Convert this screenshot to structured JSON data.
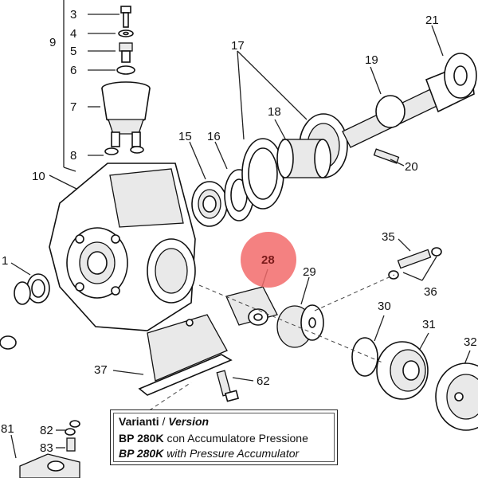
{
  "callouts": [
    {
      "id": "c3",
      "text": "3"
    },
    {
      "id": "c4",
      "text": "4"
    },
    {
      "id": "c5",
      "text": "5"
    },
    {
      "id": "c6",
      "text": "6"
    },
    {
      "id": "c7",
      "text": "7"
    },
    {
      "id": "c8",
      "text": "8"
    },
    {
      "id": "c9",
      "text": "9"
    },
    {
      "id": "c10",
      "text": "10"
    },
    {
      "id": "c1",
      "text": "1"
    },
    {
      "id": "c15",
      "text": "15"
    },
    {
      "id": "c16",
      "text": "16"
    },
    {
      "id": "c17",
      "text": "17"
    },
    {
      "id": "c18",
      "text": "18"
    },
    {
      "id": "c19",
      "text": "19"
    },
    {
      "id": "c20",
      "text": "20"
    },
    {
      "id": "c21",
      "text": "21"
    },
    {
      "id": "c28",
      "text": "28"
    },
    {
      "id": "c29",
      "text": "29"
    },
    {
      "id": "c30",
      "text": "30"
    },
    {
      "id": "c31",
      "text": "31"
    },
    {
      "id": "c32",
      "text": "32"
    },
    {
      "id": "c35",
      "text": "35"
    },
    {
      "id": "c36",
      "text": "36"
    },
    {
      "id": "c37",
      "text": "37"
    },
    {
      "id": "c62",
      "text": "62"
    },
    {
      "id": "c81",
      "text": "81"
    },
    {
      "id": "c82",
      "text": "82"
    },
    {
      "id": "c83",
      "text": "83"
    }
  ],
  "highlight": {
    "text": "28",
    "color": "#f26b6b"
  },
  "legend": {
    "title_it": "Varianti",
    "separator": "/",
    "title_en": "Version",
    "row1_model": "BP 280K",
    "row1_desc": "con Accumulatore Pressione",
    "row2_model": "BP 280K",
    "row2_desc": "with Pressure Accumulator"
  }
}
